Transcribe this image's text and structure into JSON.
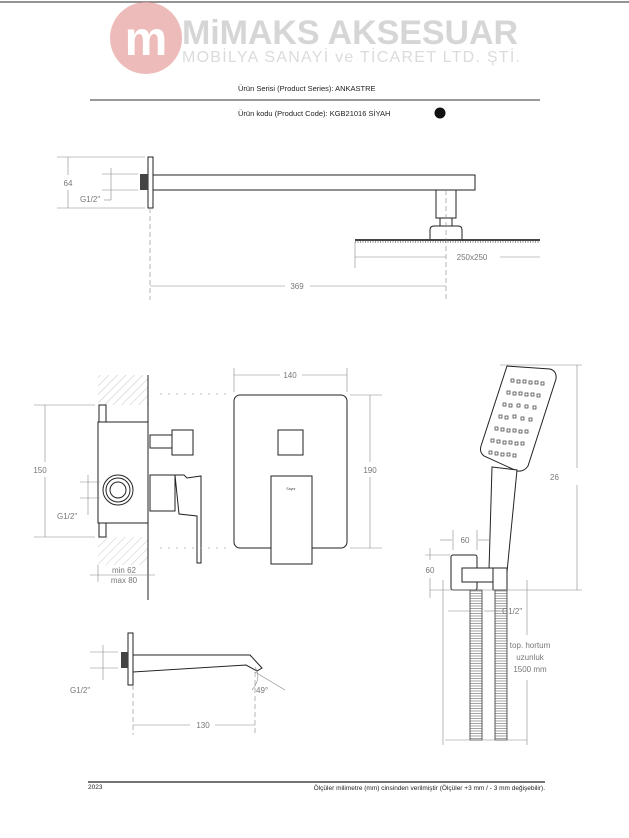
{
  "logo": {
    "brand": "MiMAKS AKSESUAR",
    "subtitle": "MOBİLYA SANAYİ ve TİCARET LTD. ŞTİ.",
    "mark": "m",
    "color": "#d9534f"
  },
  "header": {
    "series_label": "Ürün Serisi (Product Series): ANKASTRE",
    "code_label": "Ürün kodu (Product Code): KGB21016  SİYAH",
    "color_swatch": "#111111"
  },
  "shower_arm": {
    "height_dim": "64",
    "thread": "G1/2\"",
    "head_size": "250x250",
    "length": "369"
  },
  "mixer": {
    "height_dim": "150",
    "thread": "G1/2\"",
    "depth_min": "min 62",
    "depth_max": "max 80",
    "plate_width": "140",
    "plate_height": "190",
    "brand_mark": "Saynr"
  },
  "spout": {
    "thread": "G1/2\"",
    "angle": "49°",
    "length": "130"
  },
  "hand_shower": {
    "height_dim": "26",
    "bracket_width": "60",
    "bracket_height": "60",
    "thread": "G1/2\"",
    "hose_line1": "top. hortum",
    "hose_line2": "uzunluk",
    "hose_line3": "1500 mm"
  },
  "footer": {
    "year": "2023",
    "note": "Ölçüler milimetre (mm) cinsinden verilmiştir (Ölçüler  +3 mm / - 3 mm değişebilir)."
  }
}
